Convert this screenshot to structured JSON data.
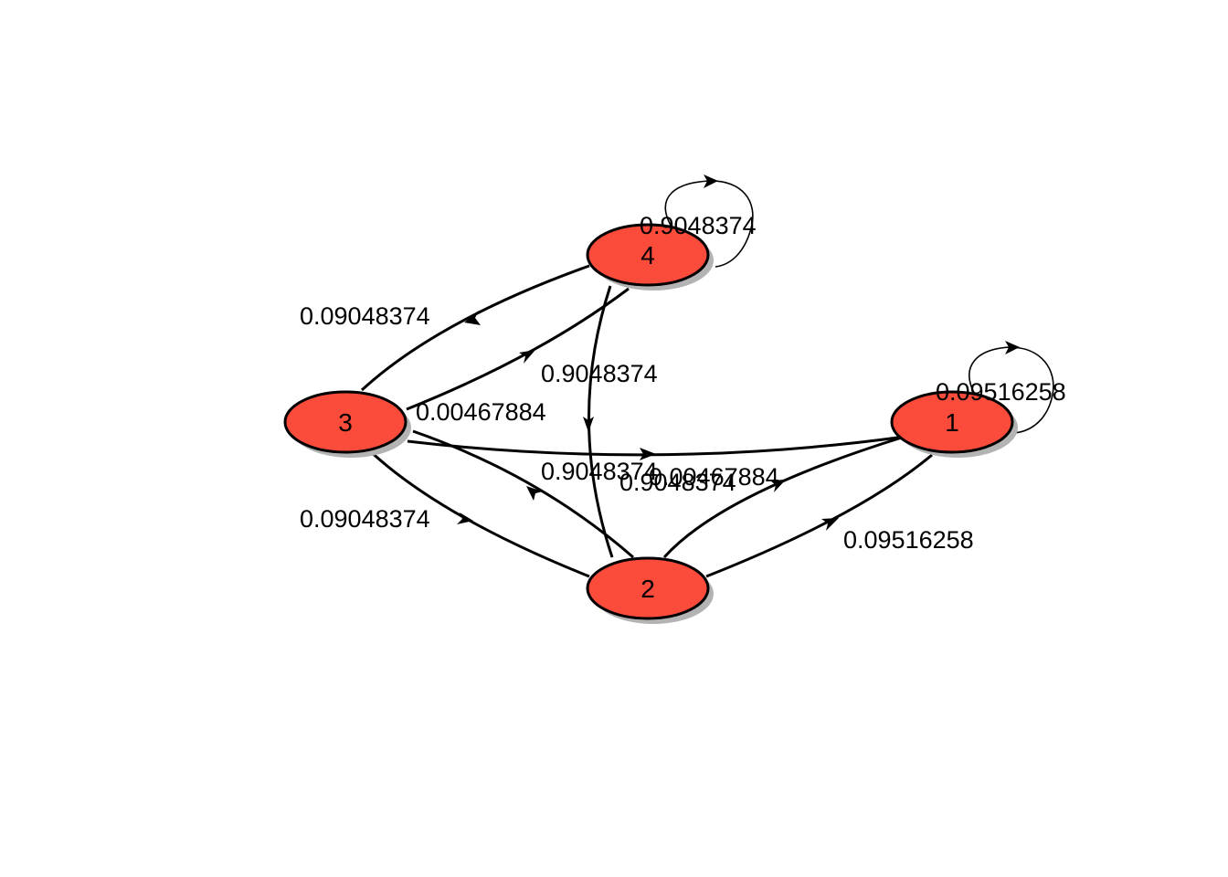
{
  "diagram": {
    "type": "markov-chain",
    "colors": {
      "node_fill": "#fb4b3b",
      "node_stroke": "#000000",
      "node_shadow": "#b3b3b3",
      "edge": "#000000",
      "background": "#ffffff"
    },
    "nodes": [
      {
        "id": "1",
        "label": "1"
      },
      {
        "id": "2",
        "label": "2"
      },
      {
        "id": "3",
        "label": "3"
      },
      {
        "id": "4",
        "label": "4"
      }
    ],
    "edges": [
      {
        "id": "4-4",
        "from": "4",
        "to": "4",
        "label": "0.9048374"
      },
      {
        "id": "4-3",
        "from": "4",
        "to": "3",
        "label": "0.09048374"
      },
      {
        "id": "3-4",
        "from": "3",
        "to": "4",
        "label": "0.00467884"
      },
      {
        "id": "4-2",
        "from": "4",
        "to": "2",
        "label": "0.9048374"
      },
      {
        "id": "3-1",
        "from": "3",
        "to": "1",
        "label": "0.9048374"
      },
      {
        "id": "2-3",
        "from": "2",
        "to": "3",
        "label": "0.9048374"
      },
      {
        "id": "3-2",
        "from": "3",
        "to": "2",
        "label": "0.09048374"
      },
      {
        "id": "2-1",
        "from": "2",
        "to": "1",
        "label": "0.00467884"
      },
      {
        "id": "1-2",
        "from": "1",
        "to": "2",
        "label": "0.09516258"
      },
      {
        "id": "1-1",
        "from": "1",
        "to": "1",
        "label": "0.09516258"
      }
    ]
  }
}
